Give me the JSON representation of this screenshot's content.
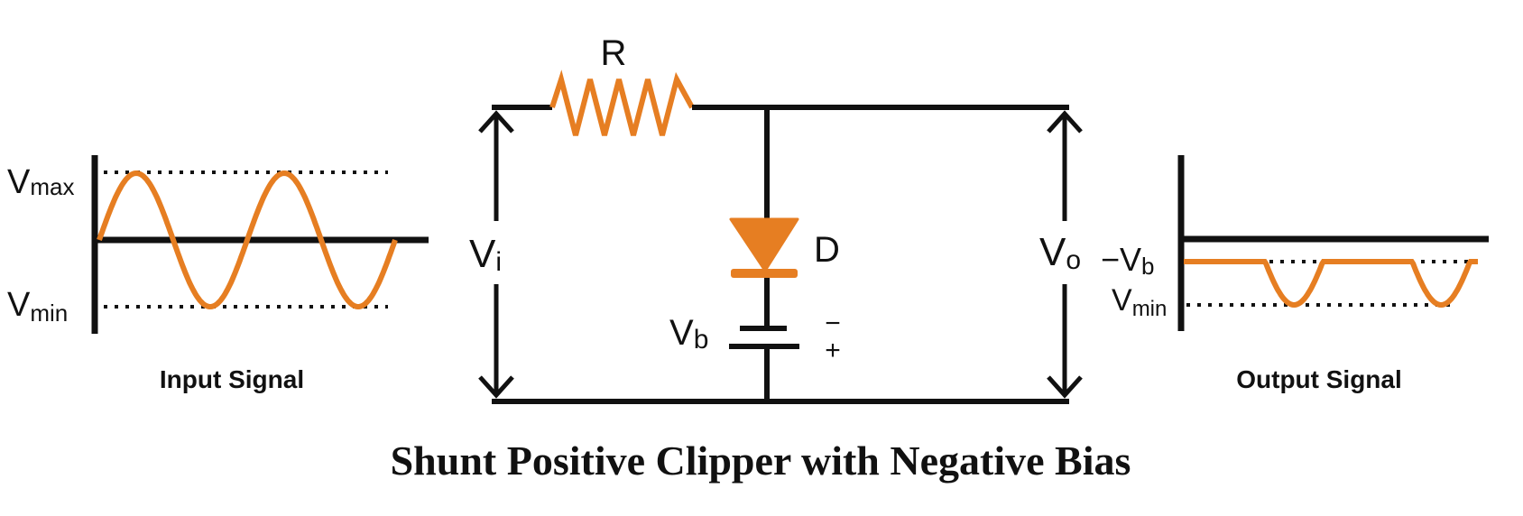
{
  "title": "Shunt Positive Clipper with Negative Bias",
  "colors": {
    "accent": "#e67e22",
    "line": "#111111",
    "background": "#ffffff"
  },
  "input_signal": {
    "caption": "Input Signal",
    "vmax_label": "V",
    "vmax_sub": "max",
    "vmin_label": "V",
    "vmin_sub": "min",
    "waveform": "sine",
    "cycles": 2
  },
  "circuit": {
    "resistor_label": "R",
    "diode_label": "D",
    "battery_label": "V",
    "battery_sub": "b",
    "battery_top_polarity": "−",
    "battery_bottom_polarity": "+",
    "vin_label": "V",
    "vin_sub": "i",
    "vout_label": "V",
    "vout_sub": "o"
  },
  "output_signal": {
    "caption": "Output Signal",
    "neg_vb_label": "−V",
    "neg_vb_sub": "b",
    "vmin_label": "V",
    "vmin_sub": "min",
    "waveform": "clipped-sine",
    "clip_level": "-Vb"
  }
}
